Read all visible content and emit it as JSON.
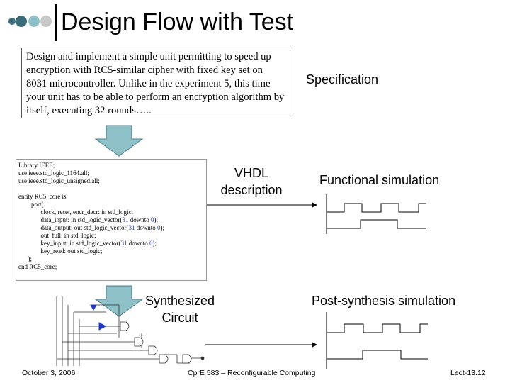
{
  "slide": {
    "title": "Design Flow with Test",
    "spec_text": "Design and implement a simple unit permitting to speed up encryption with RC5-similar cipher with fixed key set on 8031 microcontroller. Unlike in the experiment 5, this time your unit has to be able to perform an encryption algorithm by itself, executing 32 rounds…..",
    "labels": {
      "specification": "Specification",
      "vhdl_line1": "VHDL",
      "vhdl_line2": "description",
      "functional_simulation": "Functional simulation",
      "synth_line1": "Synthesized",
      "synth_line2": "Circuit",
      "post_synthesis_simulation": "Post-synthesis simulation"
    },
    "code": {
      "l1": "Library IEEE;",
      "l2": "use ieee.std_logic_1164.all;",
      "l3": "use ieee.std_logic_unsigned.all;",
      "l4": "entity RC5_core is",
      "l5": "port(",
      "l6": "clock, reset, encr_decr: in std_logic;",
      "l7a": "data_input: in std_logic_vector(",
      "l7b": "31",
      "l7c": " downto ",
      "l7d": "0",
      "l7e": ");",
      "l8a": "data_output: out std_logic_vector(",
      "l8b": "31",
      "l8c": " downto ",
      "l8d": "0",
      "l8e": ");",
      "l9": "out_full: in std_logic;",
      "l10a": "key_input: in std_logic_vector(",
      "l10b": "31",
      "l10c": " downto ",
      "l10d": "0",
      "l10e": ");",
      "l11": "key_read: out std_logic;",
      "l12": ");",
      "l13": "end RC5_core;"
    },
    "footer": {
      "date": "October 3, 2006",
      "course": "CprE 583 – Reconfigurable Computing",
      "lecture": "Lect-13.12"
    },
    "colors": {
      "arrow_fill": "#8fc1c9",
      "arrow_stroke": "#4d7d86",
      "dot_dark": "#3a6b78",
      "dot_mid": "#8fc1c9",
      "dot_light": "#c8c8c8",
      "code_number": "#1f3ccf"
    }
  }
}
